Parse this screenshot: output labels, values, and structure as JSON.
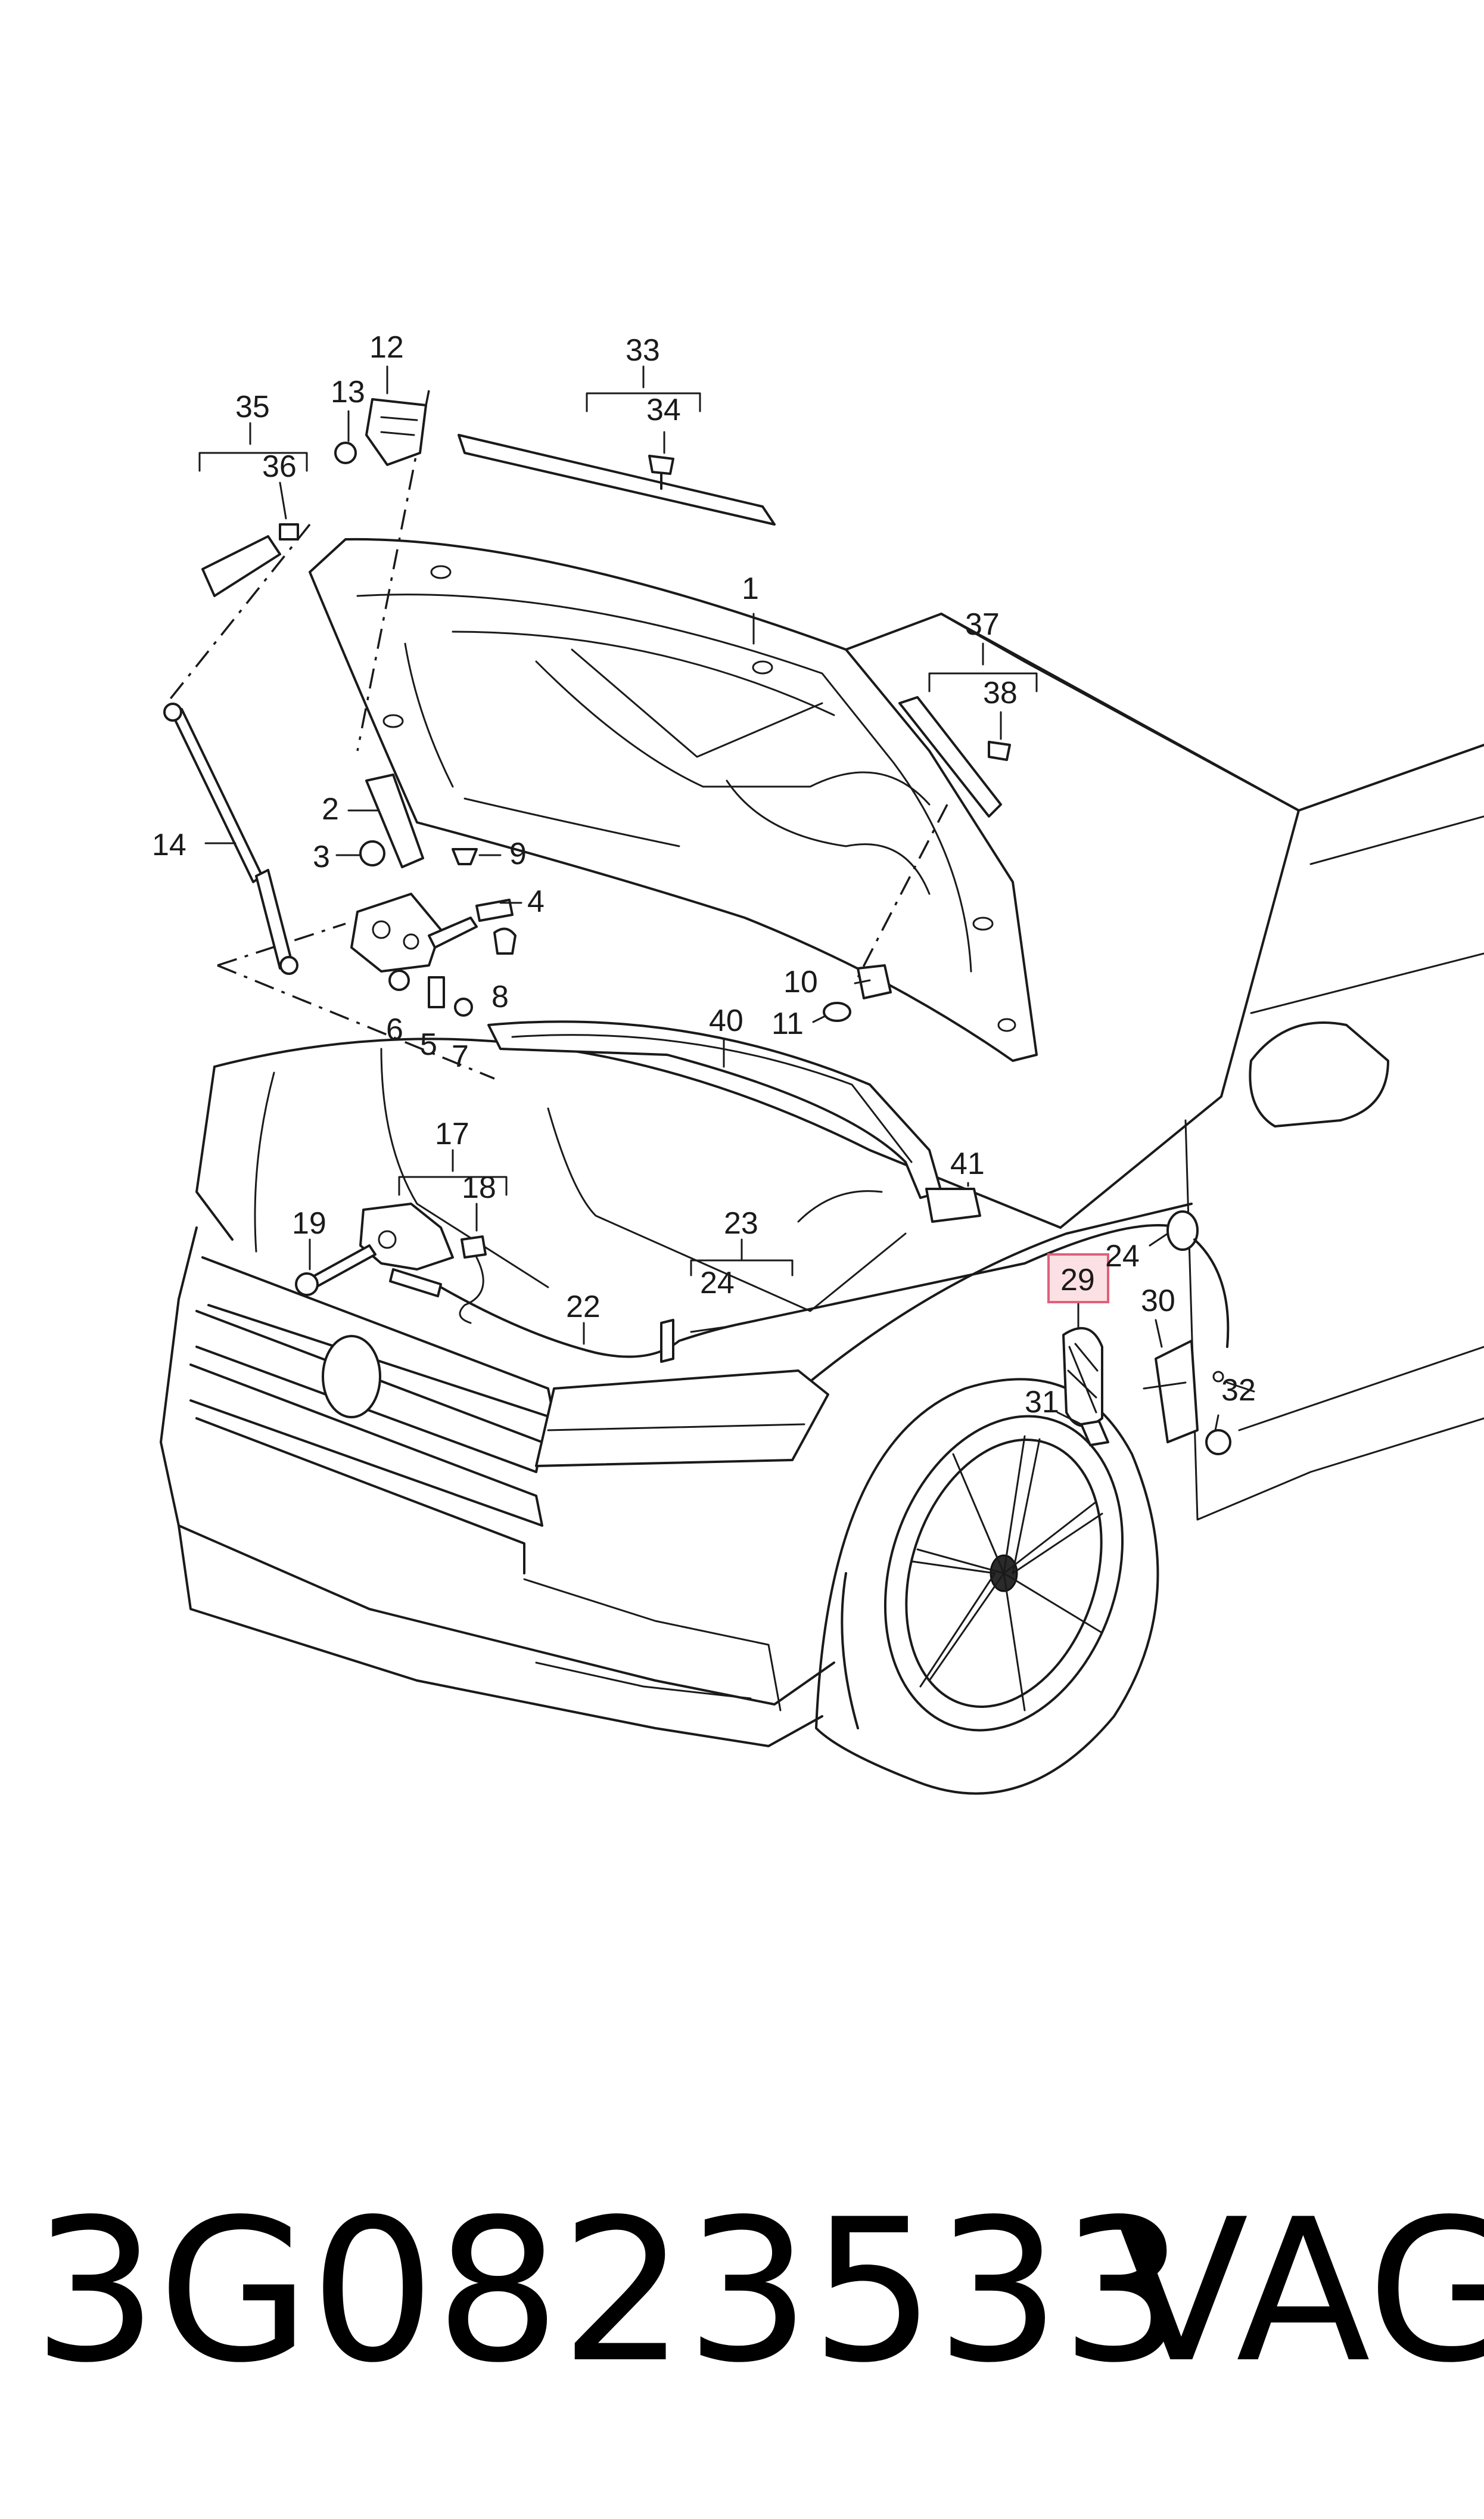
{
  "diagram": {
    "callouts": [
      "1",
      "2",
      "3",
      "4",
      "5",
      "6",
      "7",
      "8",
      "9",
      "10",
      "11",
      "12",
      "13",
      "14",
      "17",
      "18",
      "19",
      "22",
      "23",
      "24",
      "24",
      "29",
      "30",
      "31",
      "32",
      "33",
      "34",
      "35",
      "36",
      "37",
      "38",
      "40",
      "41"
    ],
    "highlighted_callout": "29",
    "highlight_color": "#fbe1e4"
  },
  "footer": {
    "part_number": "3G0823533",
    "brand": "VAG"
  }
}
